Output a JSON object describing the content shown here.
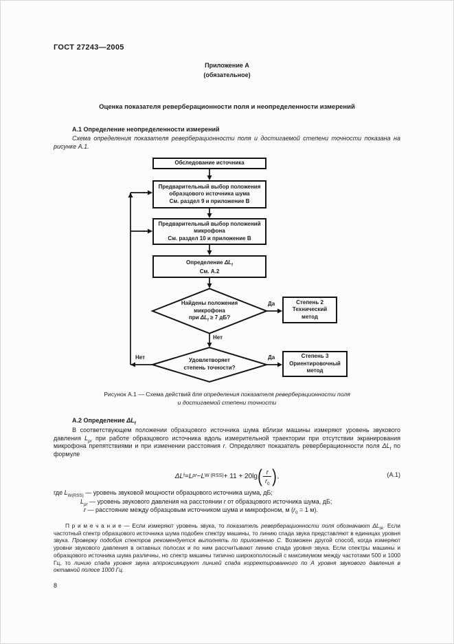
{
  "colors": {
    "ink": "#1a1a1a",
    "page_bg": "#fcfcfc"
  },
  "header": {
    "standard": "ГОСТ 27243—2005",
    "appendix_label": "Приложение А",
    "appendix_kind": "(обязательное)",
    "main_title": "Оценка показателя реверберационности поля и неопределенности измерений",
    "page_number": "8"
  },
  "section_a1": {
    "heading": "А.1 Определение неопределенности измерений",
    "intro": "Схема определения показателя реверберационности поля и достигаемой степени точности показана на рисунке А.1."
  },
  "flowchart": {
    "box1": {
      "lines": [
        "Обследование источника"
      ]
    },
    "box2": {
      "lines": [
        "Предварительный выбор положения",
        "образцового источника шума",
        "См. раздел 9 и приложение В"
      ]
    },
    "box3": {
      "lines": [
        "Предварительный выбор положений",
        "микрофона",
        "См. раздел 10 и приложение В"
      ]
    },
    "box4": {
      "l1": "Определение ",
      "sym": "ΔL",
      "sub": "f",
      "l2": "См. А.2"
    },
    "decision1": {
      "l1": "Найдены положения",
      "l2": "микрофона",
      "l3a": "при ",
      "sym": "ΔL",
      "sub": "f",
      "l3b": " ≥ 7 дБ?"
    },
    "decision2": {
      "l1": "Удовлетворяет",
      "l2": "степень точности?"
    },
    "box5": {
      "lines": [
        "Степень 2",
        "Технический",
        "метод"
      ]
    },
    "box6": {
      "lines": [
        "Степень 3",
        "Ориентировочный",
        "метод"
      ]
    },
    "labels": {
      "yes1": "Да",
      "no1": "Нет",
      "yes2": "Да",
      "no2": "Нет"
    }
  },
  "figure_caption": {
    "regular": "Рисунок А.1 — Схема действий ",
    "italic1": "для определения показателя реверберационности поля",
    "italic2": "и достигаемой степени точности"
  },
  "section_a2": {
    "heading_prefix": "А.2 Определение ",
    "heading_sym": "ΔL",
    "heading_sub": "f",
    "para": {
      "s1": "В соответствующем положении образцового источника шума вблизи машины измеряют уровень звукового давления ",
      "L1": "L",
      "L1sub": "pr",
      "s2": " при работе образцового источника вдоль измерительной траектории при отсутствии экранирования микрофона препятствиями и при изменении расстояния ",
      "r1": "r",
      "s3": ". Определяют показатель реверберационности поля ",
      "dL": "ΔL",
      "dLsub": "f",
      "s4": " по формуле"
    },
    "formula": {
      "lhs": "ΔL",
      "lhs_sub": "f",
      "eq": " = ",
      "t1": "L",
      "t1_sub": "pr",
      "minus": " − ",
      "t2": "L",
      "t2_sub": "W (RSS)",
      "mid": " + 11 + 20lg",
      "paren_open": "(",
      "num": "r",
      "den": "r",
      "den_sub": "0",
      "paren_close": ")",
      "comma": ",",
      "tag": "(А.1)"
    },
    "gde": {
      "l1a": "где ",
      "l1L": "L",
      "l1sub": "W(RSS)",
      "l1b": " — уровень звуковой мощности образцового источника шума, дБ;",
      "l2L": "L",
      "l2sub": "pr",
      "l2a": " — уровень звукового давления на расстоянии ",
      "l2r": "r",
      "l2b": " от образцового источника шума, дБ;",
      "l3r": "r",
      "l3a": " — расстояние между образцовым источником шума и микрофоном, м (",
      "l3r0": "r",
      "l3r0sub": "0",
      "l3b": " = 1 м)."
    },
    "note": {
      "n1": "П р и м е ч а н и е — Если измеряют уровень звука, то ",
      "n2": "показатель реверберационности поля обозначают",
      "n3": " ",
      "sym": "ΔL",
      "sym_sub": "fA",
      "n4": ". Если частотный спектр образцового источника шума подобен спектру машины, то линию спада звука представляют в единицах уровня звука. ",
      "n5": "Проверку подобия спектров рекомендуется выполнять по приложению С.",
      "n6": " Возможен другой способ, когда измеряют уровни звукового давления в октавных полосах и по ним рассчитывают линию спада уровня звука. Если спектры машины и образцового источника шума различны, но спектр машины типично широкополосный с максимумом между частотами 500 и 1000 Гц, то ",
      "n7": "линию спада уровня звука аппроксимируют линией спада корректированного по А уровня звукового давления в октавной полосе 1000 Гц."
    }
  }
}
